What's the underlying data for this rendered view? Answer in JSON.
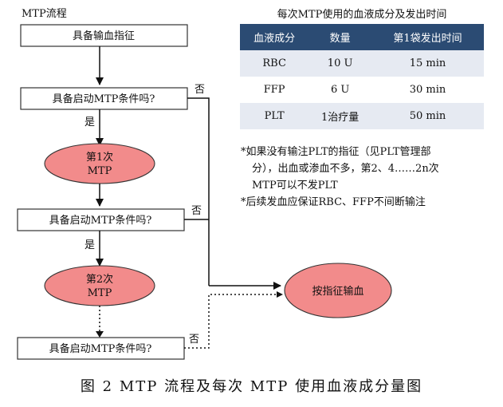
{
  "flow": {
    "title": "MTP流程",
    "step_indication": "具备输血指征",
    "check_1": "具备启动MTP条件吗?",
    "yes_1": "是",
    "no_1": "否",
    "mtp1_line1": "第1次",
    "mtp1_line2": "MTP",
    "check_2": "具备启动MTP条件吗?",
    "yes_2": "是",
    "no_2": "否",
    "mtp2_line1": "第2次",
    "mtp2_line2": "MTP",
    "check_3": "具备启动MTP条件吗?",
    "no_3": "否",
    "result": "按指征输血"
  },
  "table": {
    "title": "每次MTP使用的血液成分及发出时间",
    "headers": [
      "血液成分",
      "数量",
      "第1袋发出时间"
    ],
    "rows": [
      [
        "RBC",
        "10 U",
        "15 min"
      ],
      [
        "FFP",
        "6 U",
        "30 min"
      ],
      [
        "PLT",
        "1治疗量",
        "50 min"
      ]
    ]
  },
  "notes": {
    "note1_line1": "*如果没有输注PLT的指征（见PLT管理部",
    "note1_line2": "分），出血或渗血不多，第2、4……2n次",
    "note1_line3": "MTP可以不发PLT",
    "note2": "*后续发血应保证RBC、FFP不间断输注"
  },
  "caption": "图 2   MTP 流程及每次 MTP 使用血液成分量图",
  "colors": {
    "ellipse_fill": "#f28b8b",
    "table_header": "#2b4b73",
    "table_row_alt": "#e6eaf2"
  }
}
